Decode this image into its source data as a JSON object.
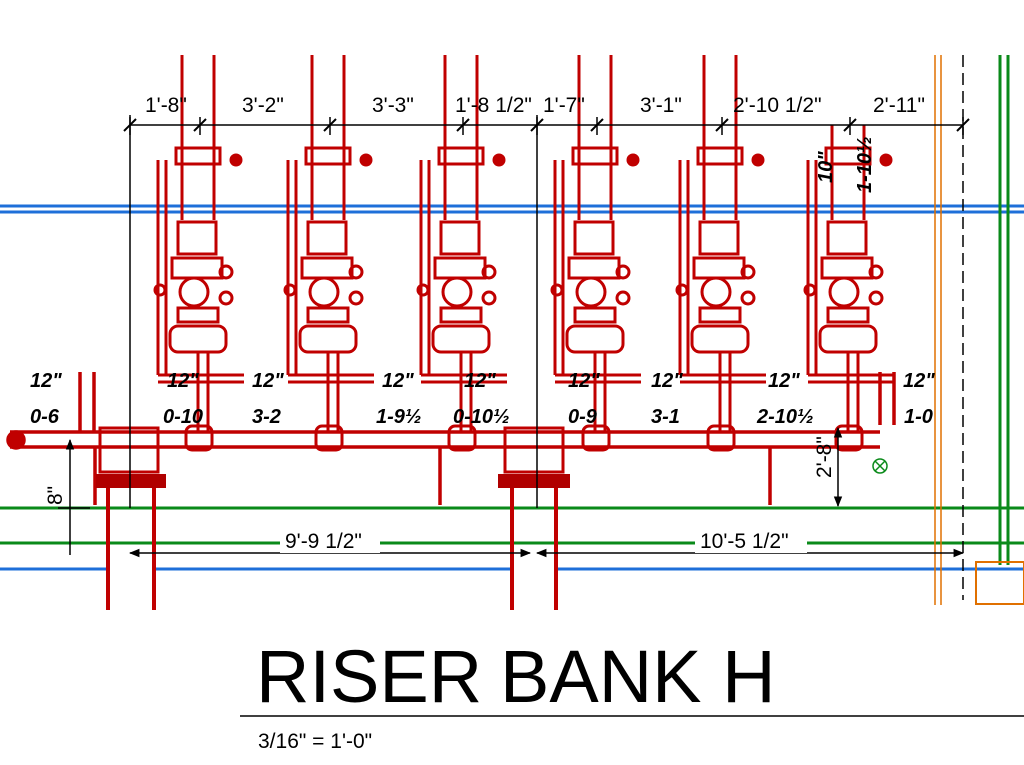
{
  "title": {
    "part1": "RISER",
    "part2": "BANK H"
  },
  "scale": "3/16\" = 1'-0\"",
  "top_dimensions": [
    {
      "text": "1'-8\""
    },
    {
      "text": "3'-2\""
    },
    {
      "text": "3'-3\""
    },
    {
      "text": "1'-8 1/2\""
    },
    {
      "text": "1'-7\""
    },
    {
      "text": "3'-1\""
    },
    {
      "text": "2'-10 1/2\""
    },
    {
      "text": "2'-11\""
    }
  ],
  "bottom_dimensions": [
    {
      "text": "9'-9 1/2\""
    },
    {
      "text": "10'-5 1/2\""
    }
  ],
  "vertical_dimensions": {
    "left": "8\"",
    "right": "2'-8\""
  },
  "riser_notes": {
    "height": "10\"",
    "offset": "1-10½"
  },
  "pipe_sizes": [
    {
      "size": "12\"",
      "offset": "0-6"
    },
    {
      "size": "12\"",
      "offset": "0-10"
    },
    {
      "size": "12\"",
      "offset": "3-2"
    },
    {
      "size": "12\"",
      "offset": "1-9½"
    },
    {
      "size": "12\"",
      "offset": "0-10½"
    },
    {
      "size": "12\"",
      "offset": "0-9"
    },
    {
      "size": "12\"",
      "offset": "3-1"
    },
    {
      "size": "12\"",
      "offset": "2-10½"
    },
    {
      "size": "12\"",
      "offset": "1-0"
    }
  ],
  "colors": {
    "pipe": "#c00000",
    "water": "#1e6fd9",
    "green": "#0a8a1a",
    "orange": "#e07000"
  }
}
